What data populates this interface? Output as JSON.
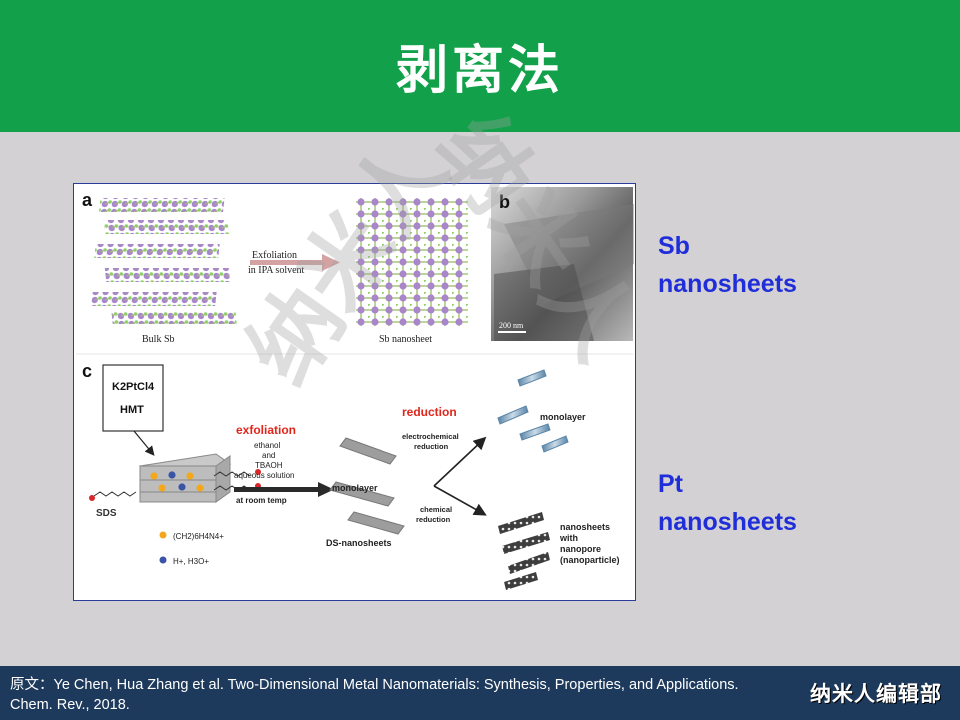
{
  "header": {
    "title": "剥离法"
  },
  "figure": {
    "panel_a": "a",
    "panel_b": "b",
    "panel_c": "c",
    "bulk_label": "Bulk Sb",
    "exfoliation_line1": "Exfoliation",
    "exfoliation_line2": "in IPA solvent",
    "nanosheet_label": "Sb nanosheet",
    "scale_bar": "200 nm",
    "box_line1": "K2PtCl4",
    "box_line2": "HMT",
    "exfoliation_c": "exfoliation",
    "solvent_1": "ethanol",
    "solvent_2": "and",
    "solvent_3": "TBAOH",
    "solvent_4": "aqueous solution",
    "room_temp": "at room temp",
    "sds": "SDS",
    "monolayer_mid": "monolayer",
    "ds_nanosheets": "DS-nanosheets",
    "reduction": "reduction",
    "electrochem_1": "electrochemical",
    "electrochem_2": "reduction",
    "chem_1": "chemical",
    "chem_2": "reduction",
    "monolayer_top": "monolayer",
    "np_1": "nanosheets",
    "np_2": "with",
    "np_3": "nanopore",
    "np_4": "(nanoparticle)",
    "legend_1": "(CH2)6H4N4+",
    "legend_2": "H+, H3O+"
  },
  "captions": {
    "sb_line1": "Sb",
    "sb_line2": "nanosheets",
    "pt_line1": "Pt",
    "pt_line2": "nanosheets"
  },
  "watermark": {
    "text1": "纳米人",
    "text2": "纳米人"
  },
  "footer": {
    "citation": "原文：Ye Chen, Hua Zhang et al. Two-Dimensional Metal Nanomaterials: Synthesis, Properties, and Applications. Chem. Rev., 2018.",
    "brand": "纳米人编辑部"
  },
  "colors": {
    "header_green": "#12a14a",
    "caption_blue": "#1f2ed8",
    "footer_navy": "#1d3a5c",
    "reduction_red": "#e0261b"
  }
}
